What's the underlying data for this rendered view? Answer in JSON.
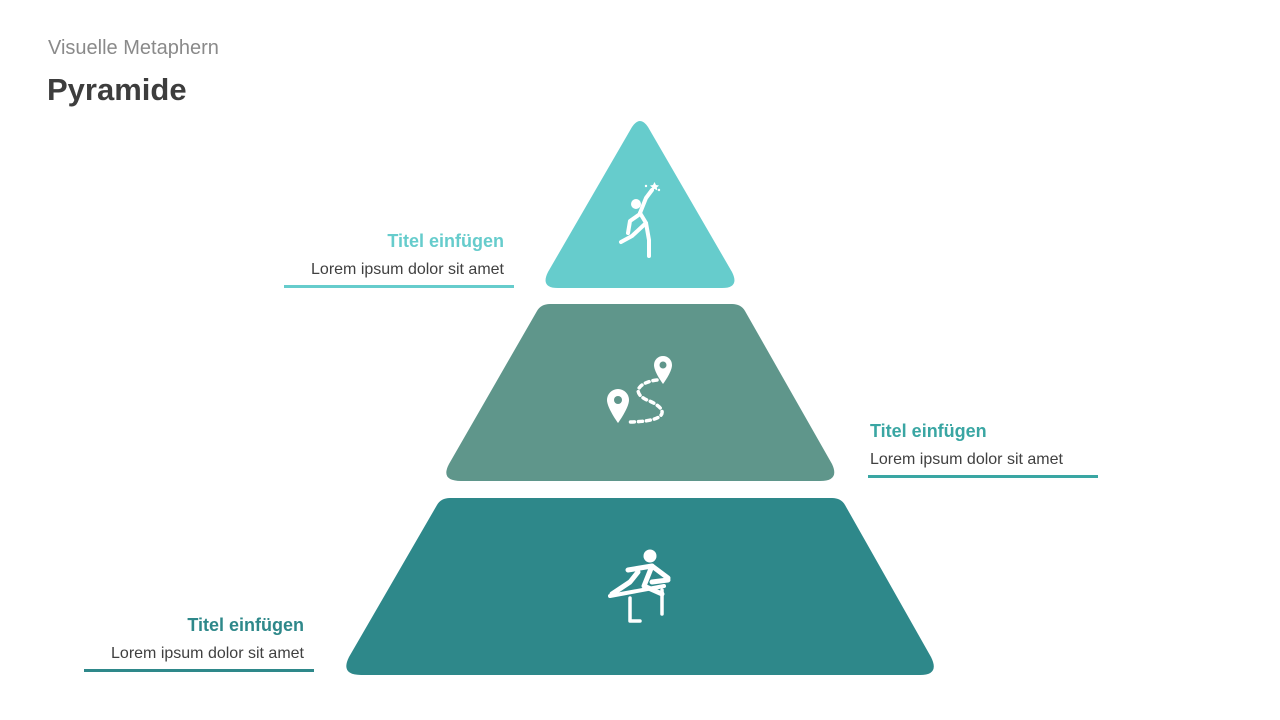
{
  "header": {
    "kicker": "Visuelle Metaphern",
    "title": "Pyramide"
  },
  "levels": [
    {
      "title": "Titel einfügen",
      "text": "Lorem ipsum dolor sit amet",
      "color": "#66cccc",
      "icon": "achievement-star-icon"
    },
    {
      "title": "Titel einfügen",
      "text": "Lorem ipsum dolor sit amet",
      "color": "#5f968b",
      "icon": "route-map-pins-icon"
    },
    {
      "title": "Titel einfügen",
      "text": "Lorem ipsum dolor sit amet",
      "color": "#2e888a",
      "icon": "hurdle-runner-icon"
    }
  ],
  "label_colors": {
    "level1": "#66cccc",
    "level2": "#3aa6a3",
    "level3": "#2e888a"
  }
}
